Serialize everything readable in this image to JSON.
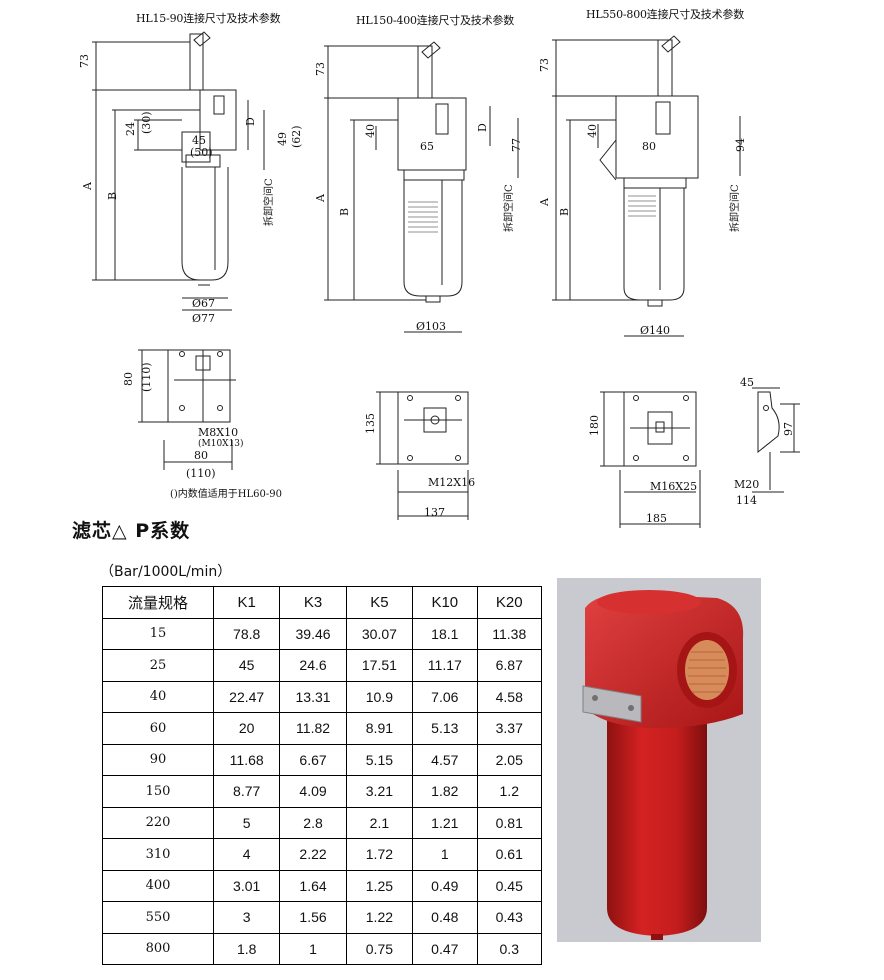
{
  "drawings": {
    "hl15": {
      "title": "HL15-90连接尺寸及技术参数",
      "dims": {
        "height_73": "73",
        "d": "D",
        "d24": "24",
        "d30": "(30)",
        "d45": "45",
        "d50": "(50)",
        "d49": "49",
        "d62": "(62)",
        "a": "A",
        "b": "B",
        "c": "拆卸空间C",
        "dia67": "Ø67",
        "dia77": "Ø77"
      },
      "base": {
        "h80": "80",
        "h110": "(110)",
        "thread": "M8X10",
        "thread2": "(M10X13)",
        "w80": "80",
        "w110": "(110)",
        "note": "()内数值适用于HL60-90"
      }
    },
    "hl150": {
      "title": "HL150-400连接尺寸及技术参数",
      "dims": {
        "height_73": "73",
        "d": "D",
        "d40": "40",
        "d65": "65",
        "d77": "77",
        "a": "A",
        "b": "B",
        "c": "拆卸空间C",
        "dia103": "Ø103"
      },
      "base": {
        "h135": "135",
        "thread": "M12X16",
        "w137": "137"
      }
    },
    "hl550": {
      "title": "HL550-800连接尺寸及技术参数",
      "dims": {
        "height_73": "73",
        "d40": "40",
        "d80": "80",
        "d94": "94",
        "a": "A",
        "b": "B",
        "c": "拆卸空间C",
        "dia140": "Ø140"
      },
      "base": {
        "h180": "180",
        "thread": "M16X25",
        "w185": "185",
        "side45": "45",
        "side97": "97",
        "side_m20": "M20",
        "side114": "114"
      }
    }
  },
  "section": {
    "title": "滤芯△ P系数",
    "units": "（Bar/1000L/min）"
  },
  "table": {
    "headers": [
      "流量规格",
      "K1",
      "K3",
      "K5",
      "K10",
      "K20"
    ],
    "rows": [
      [
        "15",
        "78.8",
        "39.46",
        "30.07",
        "18.1",
        "11.38"
      ],
      [
        "25",
        "45",
        "24.6",
        "17.51",
        "11.17",
        "6.87"
      ],
      [
        "40",
        "22.47",
        "13.31",
        "10.9",
        "7.06",
        "4.58"
      ],
      [
        "60",
        "20",
        "11.82",
        "8.91",
        "5.13",
        "3.37"
      ],
      [
        "90",
        "11.68",
        "6.67",
        "5.15",
        "4.57",
        "2.05"
      ],
      [
        "150",
        "8.77",
        "4.09",
        "3.21",
        "1.82",
        "1.2"
      ],
      [
        "220",
        "5",
        "2.8",
        "2.1",
        "1.21",
        "0.81"
      ],
      [
        "310",
        "4",
        "2.22",
        "1.72",
        "1",
        "0.61"
      ],
      [
        "400",
        "3.01",
        "1.64",
        "1.25",
        "0.49",
        "0.45"
      ],
      [
        "550",
        "3",
        "1.56",
        "1.22",
        "0.48",
        "0.43"
      ],
      [
        "800",
        "1.8",
        "1",
        "0.75",
        "0.47",
        "0.3"
      ]
    ]
  },
  "colors": {
    "filter_red": "#c41d1d",
    "filter_dark": "#8e1111",
    "filter_light": "#e04040",
    "photo_bg": "#c9cad0"
  }
}
